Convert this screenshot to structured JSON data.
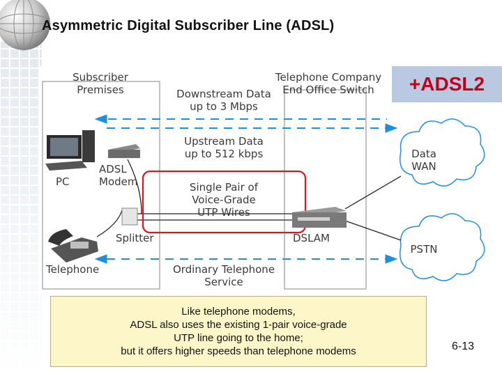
{
  "slide": {
    "title": "Asymmetric Digital Subscriber Line (ADSL)",
    "badge": "+ADSL2",
    "page_number": "6-13"
  },
  "diagram": {
    "labels": {
      "subscriber_premises": [
        "Subscriber",
        "Premises"
      ],
      "telco_switch": [
        "Telephone Company",
        "End Office Switch"
      ],
      "downstream": [
        "Downstream Data",
        "up to 3 Mbps"
      ],
      "upstream": [
        "Upstream Data",
        "up to 512 kbps"
      ],
      "single_pair": [
        "Single Pair of",
        "Voice-Grade",
        "UTP Wires"
      ],
      "ordinary_service": [
        "Ordinary Telephone",
        "Service"
      ],
      "pc": "PC",
      "adsl_modem": [
        "ADSL",
        "Modem"
      ],
      "splitter": "Splitter",
      "telephone": "Telephone",
      "dslam": "DSLAM",
      "data_wan": [
        "Data",
        "WAN"
      ],
      "pstn": "PSTN"
    },
    "colors": {
      "link_blue": "#1e8fe0",
      "highlight_red": "#e0151b",
      "cloud_fill": "#ffffff",
      "box_line": "#9a9a9a"
    }
  },
  "caption": {
    "lines": [
      "Like telephone modems,",
      "ADSL also uses the existing 1-pair voice-grade",
      "UTP line going to the home;",
      "but it offers higher speeds than telephone modems"
    ]
  }
}
